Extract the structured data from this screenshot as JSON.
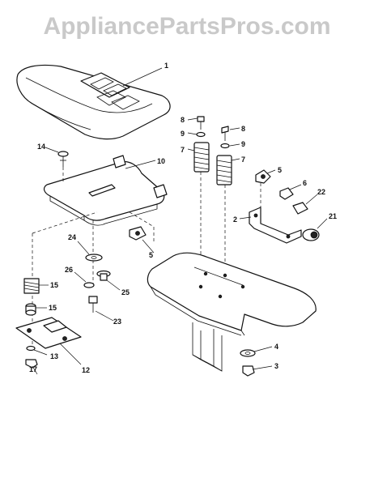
{
  "watermark": "AppliancePartsPros.com",
  "callouts": [
    "1",
    "2",
    "3",
    "4",
    "5",
    "5",
    "6",
    "6",
    "7",
    "7",
    "8",
    "8",
    "9",
    "9",
    "10",
    "12",
    "13",
    "14",
    "15",
    "15",
    "17",
    "21",
    "22",
    "23",
    "24",
    "25",
    "26"
  ]
}
